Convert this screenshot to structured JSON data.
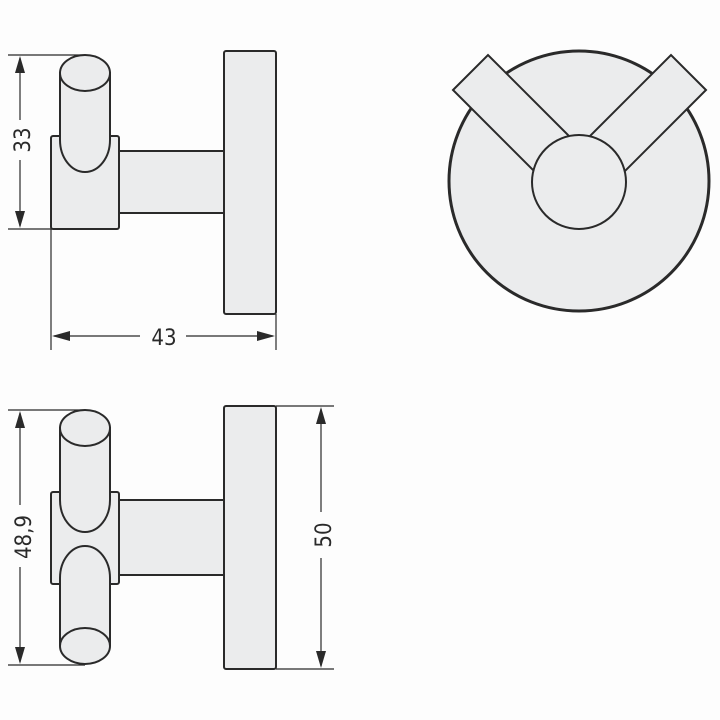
{
  "drawing": {
    "subject": "double robe hook technical drawing",
    "views": {
      "side_view": {
        "dimensions": {
          "height": "33",
          "depth": "43"
        }
      },
      "front_view": {
        "dimensions": {
          "hook_span": "48,9",
          "rosette_diameter": "50"
        }
      },
      "top_view": {}
    },
    "colors": {
      "fill": "#ebeced",
      "line": "#2a2a2a",
      "background": "#fdfdfd"
    }
  }
}
